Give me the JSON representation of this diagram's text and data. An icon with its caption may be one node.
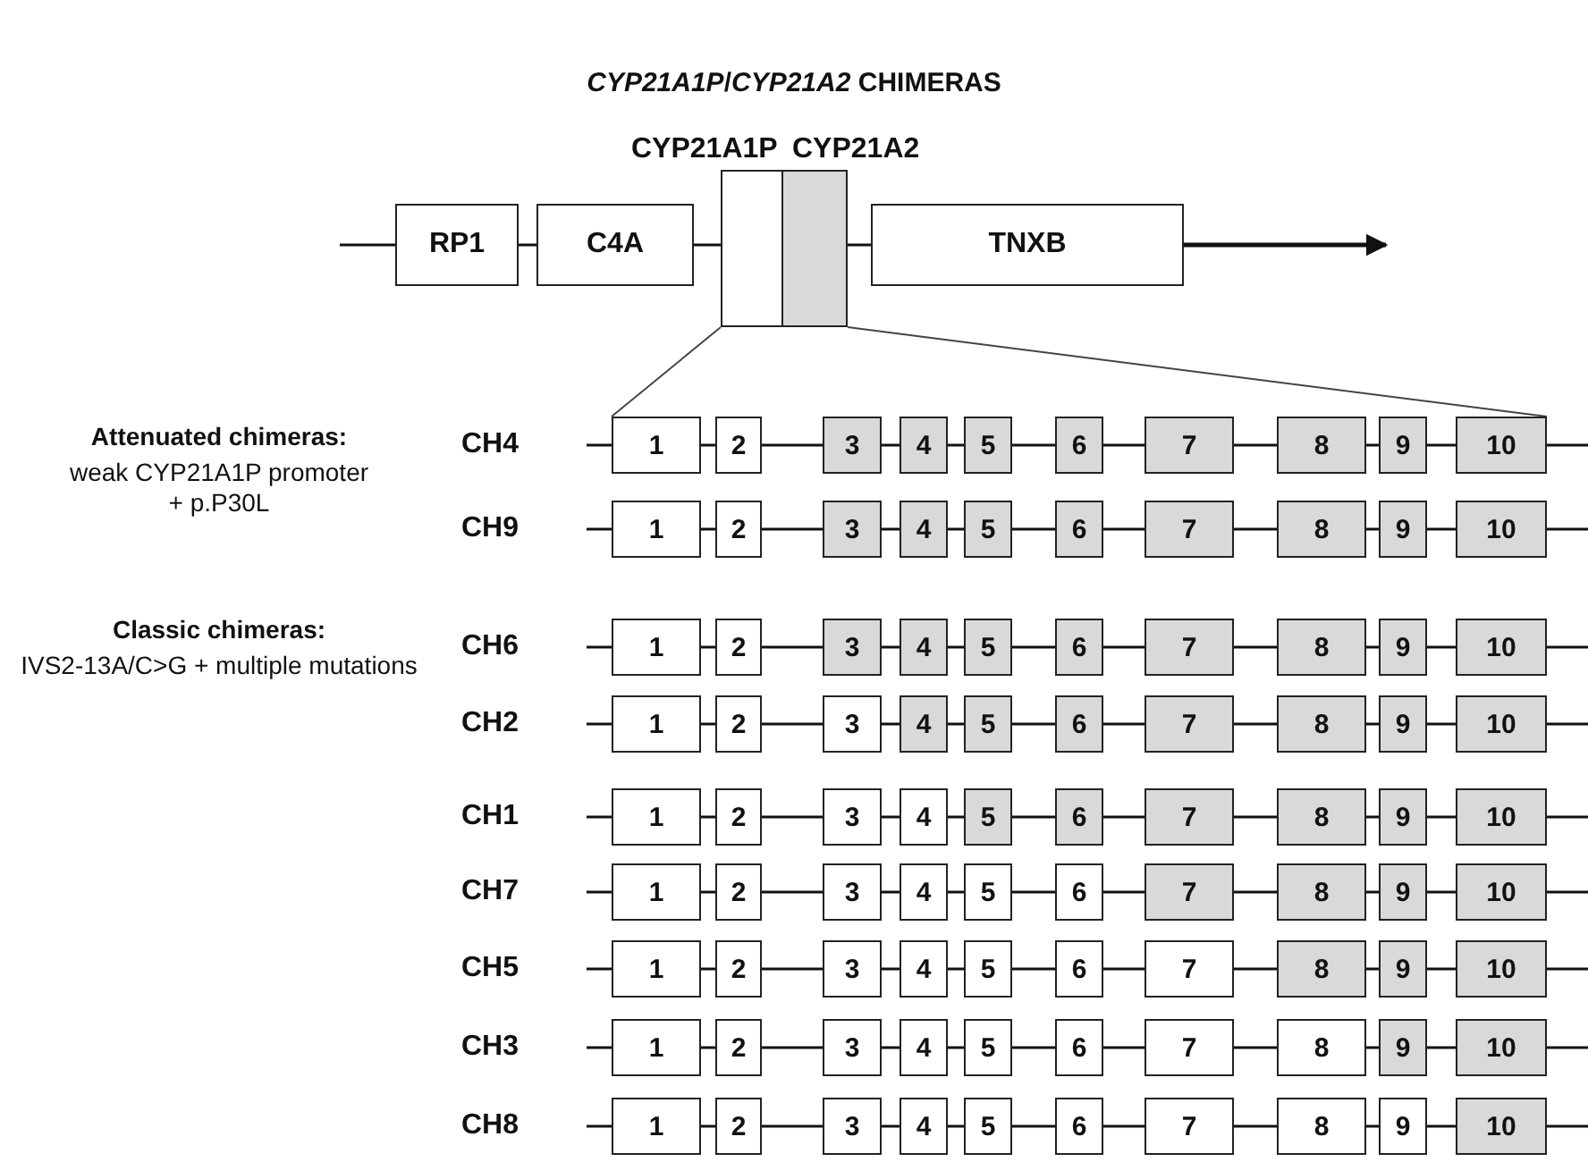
{
  "diagram": {
    "title": "*CYP21A1P*/*CYP21A2* CHIMERAS",
    "nodes": [
      {
        "text": [
          "RP1"
        ]
      },
      {
        "text": [
          "C4A"
        ]
      },
      {
        "text": [
          "CYP21A1P"
        ]
      },
      {
        "text": [
          "CYP21A2"
        ]
      },
      {
        "text": [
          "TNXB"
        ]
      },
      {
        "text": [
          "1"
        ]
      },
      {
        "text": [
          "2"
        ]
      },
      {
        "text": [
          "3"
        ]
      },
      {
        "text": [
          "4"
        ]
      },
      {
        "text": [
          "5"
        ]
      },
      {
        "text": [
          "6"
        ]
      },
      {
        "text": [
          "7"
        ]
      },
      {
        "text": [
          "8"
        ]
      },
      {
        "text": [
          "9"
        ]
      },
      {
        "text": [
          "10"
        ]
      },
      {
        "text": [
          "1"
        ]
      },
      {
        "text": [
          "2"
        ]
      },
      {
        "text": [
          "3"
        ]
      },
      {
        "text": [
          "4"
        ]
      },
      {
        "text": [
          "5"
        ]
      },
      {
        "text": [
          "6"
        ]
      },
      {
        "text": [
          "7"
        ]
      },
      {
        "text": [
          "8"
        ]
      },
      {
        "text": [
          "9"
        ]
      },
      {
        "text": [
          "10"
        ]
      },
      {
        "text": [
          "1"
        ]
      },
      {
        "text": [
          "2"
        ]
      },
      {
        "text": [
          "3"
        ]
      },
      {
        "text": [
          "4"
        ]
      },
      {
        "text": [
          "5"
        ]
      },
      {
        "text": [
          "6"
        ]
      },
      {
        "text": [
          "7"
        ]
      },
      {
        "text": [
          "8"
        ]
      },
      {
        "text": [
          "9"
        ]
      },
      {
        "text": [
          "10"
        ]
      },
      {
        "text": [
          "1"
        ]
      },
      {
        "text": [
          "2"
        ]
      },
      {
        "text": [
          "3"
        ]
      },
      {
        "text": [
          "4"
        ]
      },
      {
        "text": [
          "5"
        ]
      },
      {
        "text": [
          "6"
        ]
      },
      {
        "text": [
          "7"
        ]
      },
      {
        "text": [
          "8"
        ]
      },
      {
        "text": [
          "9"
        ]
      },
      {
        "text": [
          "10"
        ]
      },
      {
        "text": [
          "1"
        ]
      },
      {
        "text": [
          "2"
        ]
      },
      {
        "text": [
          "3"
        ]
      },
      {
        "text": [
          "4"
        ]
      },
      {
        "text": [
          "5"
        ]
      },
      {
        "text": [
          "6"
        ]
      },
      {
        "text": [
          "7"
        ]
      },
      {
        "text": [
          "8"
        ]
      },
      {
        "text": [
          "9"
        ]
      },
      {
        "text": [
          "10"
        ]
      },
      {
        "text": [
          "1"
        ]
      },
      {
        "text": [
          "2"
        ]
      },
      {
        "text": [
          "3"
        ]
      },
      {
        "text": [
          "4"
        ]
      },
      {
        "text": [
          "5"
        ]
      },
      {
        "text": [
          "6"
        ]
      },
      {
        "text": [
          "7"
        ]
      },
      {
        "text": [
          "8"
        ]
      },
      {
        "text": [
          "9"
        ]
      },
      {
        "text": [
          "10"
        ]
      },
      {
        "text": [
          "1"
        ]
      },
      {
        "text": [
          "2"
        ]
      },
      {
        "text": [
          "3"
        ]
      },
      {
        "text": [
          "4"
        ]
      },
      {
        "text": [
          "5"
        ]
      },
      {
        "text": [
          "6"
        ]
      },
      {
        "text": [
          "7"
        ]
      },
      {
        "text": [
          "8"
        ]
      },
      {
        "text": [
          "9"
        ]
      },
      {
        "text": [
          "10"
        ]
      },
      {
        "text": [
          "1"
        ]
      },
      {
        "text": [
          "2"
        ]
      },
      {
        "text": [
          "3"
        ]
      },
      {
        "text": [
          "4"
        ]
      },
      {
        "text": [
          "5"
        ]
      },
      {
        "text": [
          "6"
        ]
      },
      {
        "text": [
          "7"
        ]
      },
      {
        "text": [
          "8"
        ]
      },
      {
        "text": [
          "9"
        ]
      },
      {
        "text": [
          "10"
        ]
      },
      {
        "text": [
          "1"
        ]
      },
      {
        "text": [
          "2"
        ]
      },
      {
        "text": [
          "3"
        ]
      },
      {
        "text": [
          "4"
        ]
      },
      {
        "text": [
          "5"
        ]
      },
      {
        "text": [
          "6"
        ]
      },
      {
        "text": [
          "7"
        ]
      },
      {
        "text": [
          "8"
        ]
      },
      {
        "text": [
          "9"
        ]
      },
      {
        "text": [
          "10"
        ]
      }
    ],
    "edges": [
      {
        "from": 0,
        "to": 1,
        "arrow": "none"
      },
      {
        "from": 1,
        "to": 2,
        "arrow": "none"
      },
      {
        "from": 3,
        "to": 4,
        "arrow": "none"
      },
      {
        "from": 4,
        "to": null,
        "arrow": "to"
      },
      {
        "from": 2,
        "to": 5,
        "arrow": "none"
      },
      {
        "from": 3,
        "to": 14,
        "arrow": "none"
      },
      {
        "from": 5,
        "to": 6,
        "arrow": "none"
      },
      {
        "from": 6,
        "to": 7,
        "arrow": "none"
      },
      {
        "from": 7,
        "to": 8,
        "arrow": "none"
      },
      {
        "from": 8,
        "to": 9,
        "arrow": "none"
      },
      {
        "from": 9,
        "to": 10,
        "arrow": "none"
      },
      {
        "from": 10,
        "to": 11,
        "arrow": "none"
      },
      {
        "from": 11,
        "to": 12,
        "arrow": "none"
      },
      {
        "from": 12,
        "to": 13,
        "arrow": "none"
      },
      {
        "from": 13,
        "to": 14,
        "arrow": "none"
      },
      {
        "from": 15,
        "to": 16,
        "arrow": "none"
      },
      {
        "from": 16,
        "to": 17,
        "arrow": "none"
      },
      {
        "from": 17,
        "to": 18,
        "arrow": "none"
      },
      {
        "from": 18,
        "to": 19,
        "arrow": "none"
      },
      {
        "from": 19,
        "to": 20,
        "arrow": "none"
      },
      {
        "from": 20,
        "to": 21,
        "arrow": "none"
      },
      {
        "from": 21,
        "to": 22,
        "arrow": "none"
      },
      {
        "from": 22,
        "to": 23,
        "arrow": "none"
      },
      {
        "from": 23,
        "to": 24,
        "arrow": "none"
      },
      {
        "from": 25,
        "to": 26,
        "arrow": "none"
      },
      {
        "from": 26,
        "to": 27,
        "arrow": "none"
      },
      {
        "from": 27,
        "to": 28,
        "arrow": "none"
      },
      {
        "from": 28,
        "to": 29,
        "arrow": "none"
      },
      {
        "from": 29,
        "to": 30,
        "arrow": "none"
      },
      {
        "from": 30,
        "to": 31,
        "arrow": "none"
      },
      {
        "from": 31,
        "to": 32,
        "arrow": "none"
      },
      {
        "from": 32,
        "to": 33,
        "arrow": "none"
      },
      {
        "from": 33,
        "to": 34,
        "arrow": "none"
      },
      {
        "from": 35,
        "to": 36,
        "arrow": "none"
      },
      {
        "from": 36,
        "to": 37,
        "arrow": "none"
      },
      {
        "from": 37,
        "to": 38,
        "arrow": "none"
      },
      {
        "from": 38,
        "to": 39,
        "arrow": "none"
      },
      {
        "from": 39,
        "to": 40,
        "arrow": "none"
      },
      {
        "from": 40,
        "to": 41,
        "arrow": "none"
      },
      {
        "from": 41,
        "to": 42,
        "arrow": "none"
      },
      {
        "from": 42,
        "to": 43,
        "arrow": "none"
      },
      {
        "from": 43,
        "to": 44,
        "arrow": "none"
      },
      {
        "from": 45,
        "to": 46,
        "arrow": "none"
      },
      {
        "from": 46,
        "to": 47,
        "arrow": "none"
      },
      {
        "from": 47,
        "to": 48,
        "arrow": "none"
      },
      {
        "from": 48,
        "to": 49,
        "arrow": "none"
      },
      {
        "from": 49,
        "to": 50,
        "arrow": "none"
      },
      {
        "from": 50,
        "to": 51,
        "arrow": "none"
      },
      {
        "from": 51,
        "to": 52,
        "arrow": "none"
      },
      {
        "from": 52,
        "to": 53,
        "arrow": "none"
      },
      {
        "from": 53,
        "to": 54,
        "arrow": "none"
      },
      {
        "from": 55,
        "to": 56,
        "arrow": "none"
      },
      {
        "from": 56,
        "to": 57,
        "arrow": "none"
      },
      {
        "from": 57,
        "to": 58,
        "arrow": "none"
      },
      {
        "from": 58,
        "to": 59,
        "arrow": "none"
      },
      {
        "from": 59,
        "to": 60,
        "arrow": "none"
      },
      {
        "from": 60,
        "to": 61,
        "arrow": "none"
      },
      {
        "from": 61,
        "to": 62,
        "arrow": "none"
      },
      {
        "from": 62,
        "to": 63,
        "arrow": "none"
      },
      {
        "from": 63,
        "to": 64,
        "arrow": "none"
      },
      {
        "from": 65,
        "to": 66,
        "arrow": "none"
      },
      {
        "from": 66,
        "to": 67,
        "arrow": "none"
      },
      {
        "from": 67,
        "to": 68,
        "arrow": "none"
      },
      {
        "from": 68,
        "to": 69,
        "arrow": "none"
      },
      {
        "from": 69,
        "to": 70,
        "arrow": "none"
      },
      {
        "from": 70,
        "to": 71,
        "arrow": "none"
      },
      {
        "from": 71,
        "to": 72,
        "arrow": "none"
      },
      {
        "from": 72,
        "to": 73,
        "arrow": "none"
      },
      {
        "from": 73,
        "to": 74,
        "arrow": "none"
      },
      {
        "from": 75,
        "to": 76,
        "arrow": "none"
      },
      {
        "from": 76,
        "to": 77,
        "arrow": "none"
      },
      {
        "from": 77,
        "to": 78,
        "arrow": "none"
      },
      {
        "from": 78,
        "to": 79,
        "arrow": "none"
      },
      {
        "from": 79,
        "to": 80,
        "arrow": "none"
      },
      {
        "from": 80,
        "to": 81,
        "arrow": "none"
      },
      {
        "from": 81,
        "to": 82,
        "arrow": "none"
      },
      {
        "from": 82,
        "to": 83,
        "arrow": "none"
      },
      {
        "from": 83,
        "to": 84,
        "arrow": "none"
      },
      {
        "from": 85,
        "to": 86,
        "arrow": "none"
      },
      {
        "from": 86,
        "to": 87,
        "arrow": "none"
      },
      {
        "from": 87,
        "to": 88,
        "arrow": "none"
      },
      {
        "from": 88,
        "to": 89,
        "arrow": "none"
      },
      {
        "from": 89,
        "to": 90,
        "arrow": "none"
      },
      {
        "from": 90,
        "to": 91,
        "arrow": "none"
      },
      {
        "from": 91,
        "to": 92,
        "arrow": "none"
      },
      {
        "from": 92,
        "to": 93,
        "arrow": "none"
      },
      {
        "from": 93,
        "to": 94,
        "arrow": "none"
      }
    ],
    "labels": [
      "Attenuated chimeras:",
      "weak CYP21A1P promoter + p.P30L",
      "CH4",
      "CH9",
      "Classic chimeras:",
      "IVS2-13A/C>G + multiple mutations",
      "CH6",
      "CH2",
      "CH1",
      "CH7",
      "CH5",
      "CH3",
      "CH8"
    ]
  }
}
